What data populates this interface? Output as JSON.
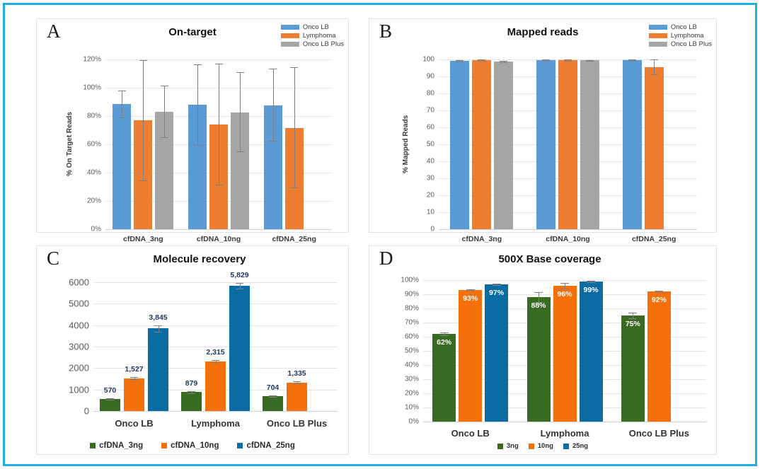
{
  "figure": {
    "border_color": "#22AFE8",
    "panels": [
      "A",
      "B",
      "C",
      "D"
    ]
  },
  "colors": {
    "blue": "#5B9BD5",
    "orange": "#ED7D31",
    "gray": "#A5A5A5",
    "dark_green": "#3A6B22",
    "c_orange": "#F4700A",
    "dark_blue": "#0B6CA4",
    "label_navy": "#1F3864",
    "grid": "#E4E4E4",
    "error": "#7F7F7F"
  },
  "panel_a": {
    "letter": "A",
    "title": "On-target",
    "legend": [
      {
        "label": "Onco LB",
        "color": "#5B9BD5"
      },
      {
        "label": "Lymphoma",
        "color": "#ED7D31"
      },
      {
        "label": "Onco LB Plus",
        "color": "#A5A5A5"
      }
    ],
    "chart_data": {
      "type": "bar",
      "title": "On-target",
      "xlabel": "",
      "ylabel": "% On Target Reads",
      "categories": [
        "cfDNA_3ng",
        "cfDNA_10ng",
        "cfDNA_25ng"
      ],
      "yticks": [
        "0%",
        "20%",
        "40%",
        "60%",
        "80%",
        "100%",
        "120%"
      ],
      "ylim": [
        0,
        120
      ],
      "grid": true,
      "legend_position": "top-right",
      "series": [
        {
          "name": "Onco LB",
          "color": "#5B9BD5",
          "values": [
            88.7,
            87.8,
            87.7
          ],
          "err_low": [
            79.2,
            59.3,
            62.3
          ],
          "err_high": [
            98.2,
            116.3,
            113.3
          ]
        },
        {
          "name": "Lymphoma",
          "color": "#ED7D31",
          "values": [
            77.0,
            73.9,
            71.6
          ],
          "err_low": [
            34.5,
            31.3,
            29.6
          ],
          "err_high": [
            119.6,
            116.9,
            114.5
          ]
        },
        {
          "name": "Onco LB Plus",
          "color": "#A5A5A5",
          "values": [
            83.0,
            82.7,
            null
          ],
          "err_low": [
            65.0,
            54.8,
            null
          ],
          "err_high": [
            101.5,
            111.2,
            null
          ]
        }
      ]
    }
  },
  "panel_b": {
    "letter": "B",
    "title": "Mapped reads",
    "legend": [
      {
        "label": "Onco LB",
        "color": "#5B9BD5"
      },
      {
        "label": "Lymphoma",
        "color": "#ED7D31"
      },
      {
        "label": "Onco LB Plus",
        "color": "#A5A5A5"
      }
    ],
    "chart_data": {
      "type": "bar",
      "title": "Mapped reads",
      "xlabel": "",
      "ylabel": "% Mapped Reads",
      "categories": [
        "cfDNA_3ng",
        "cfDNA_10ng",
        "cfDNA_25ng"
      ],
      "yticks": [
        "0",
        "10",
        "20",
        "30",
        "40",
        "50",
        "60",
        "70",
        "80",
        "90",
        "100"
      ],
      "ylim": [
        0,
        100
      ],
      "grid": true,
      "legend_position": "top-right",
      "series": [
        {
          "name": "Onco LB",
          "color": "#5B9BD5",
          "values": [
            99.3,
            99.5,
            99.5
          ],
          "err_low": [
            98.9,
            99.2,
            99.2
          ],
          "err_high": [
            99.7,
            99.8,
            99.8
          ]
        },
        {
          "name": "Lymphoma",
          "color": "#ED7D31",
          "values": [
            99.4,
            99.5,
            95.6
          ],
          "err_low": [
            99.0,
            99.2,
            91.2
          ],
          "err_high": [
            99.8,
            99.8,
            100.3
          ]
        },
        {
          "name": "Onco LB Plus",
          "color": "#A5A5A5",
          "values": [
            98.7,
            99.4,
            null
          ],
          "err_low": [
            98.3,
            99.1,
            null
          ],
          "err_high": [
            99.1,
            99.7,
            null
          ]
        }
      ]
    }
  },
  "panel_c": {
    "letter": "C",
    "title": "Molecule recovery",
    "legend": [
      {
        "label": "cfDNA_3ng",
        "color": "#3A6B22"
      },
      {
        "label": "cfDNA_10ng",
        "color": "#F4700A"
      },
      {
        "label": "cfDNA_25ng",
        "color": "#0B6CA4"
      }
    ],
    "chart_data": {
      "type": "bar",
      "title": "Molecule recovery",
      "xlabel": "",
      "ylabel": "",
      "categories": [
        "Onco LB",
        "Lymphoma",
        "Onco LB Plus"
      ],
      "yticks": [
        "0",
        "1000",
        "2000",
        "3000",
        "4000",
        "5000",
        "6000"
      ],
      "ylim": [
        0,
        6000
      ],
      "grid": true,
      "legend_position": "bottom-center",
      "series": [
        {
          "name": "cfDNA_3ng",
          "color": "#3A6B22",
          "values": [
            570,
            879,
            704
          ],
          "labels": [
            "570",
            "879",
            "704"
          ],
          "err_low": [
            540,
            840,
            672
          ],
          "err_high": [
            600,
            918,
            736
          ]
        },
        {
          "name": "cfDNA_10ng",
          "color": "#F4700A",
          "values": [
            1527,
            2315,
            1335
          ],
          "labels": [
            "1,527",
            "2,315",
            "1,335"
          ],
          "err_low": [
            1480,
            2240,
            1295
          ],
          "err_high": [
            1574,
            2390,
            1375
          ]
        },
        {
          "name": "cfDNA_25ng",
          "color": "#0B6CA4",
          "values": [
            3845,
            5829,
            null
          ],
          "labels": [
            "3,845",
            "5,829",
            null
          ],
          "err_low": [
            3700,
            5700,
            null
          ],
          "err_high": [
            3990,
            5958,
            null
          ]
        }
      ]
    }
  },
  "panel_d": {
    "letter": "D",
    "title": "500X Base coverage",
    "legend": [
      {
        "label": "3ng",
        "color": "#3A6B22"
      },
      {
        "label": "10ng",
        "color": "#F4700A"
      },
      {
        "label": "25ng",
        "color": "#0B6CA4"
      }
    ],
    "chart_data": {
      "type": "bar",
      "title": "500X Base coverage",
      "xlabel": "",
      "ylabel": "",
      "categories": [
        "Onco LB",
        "Lymphoma",
        "Onco LB Plus"
      ],
      "yticks": [
        "0%",
        "10%",
        "20%",
        "30%",
        "40%",
        "50%",
        "60%",
        "70%",
        "80%",
        "90%",
        "100%"
      ],
      "ylim": [
        0,
        100
      ],
      "grid": true,
      "legend_position": "bottom-center",
      "series": [
        {
          "name": "3ng",
          "color": "#3A6B22",
          "values": [
            62,
            88,
            75
          ],
          "labels": [
            "62%",
            "88%",
            "75%"
          ],
          "err_low": [
            61,
            84.5,
            73
          ],
          "err_high": [
            63,
            91.5,
            77
          ]
        },
        {
          "name": "10ng",
          "color": "#F4700A",
          "values": [
            93,
            96,
            92
          ],
          "labels": [
            "93%",
            "96%",
            "92%"
          ],
          "err_low": [
            92.3,
            94,
            91.3
          ],
          "err_high": [
            93.7,
            98,
            92.7
          ]
        },
        {
          "name": "25ng",
          "color": "#0B6CA4",
          "values": [
            97,
            99,
            null
          ],
          "labels": [
            "97%",
            "99%",
            null
          ],
          "err_low": [
            96.4,
            98.6,
            null
          ],
          "err_high": [
            97.6,
            99.4,
            null
          ]
        }
      ]
    }
  }
}
